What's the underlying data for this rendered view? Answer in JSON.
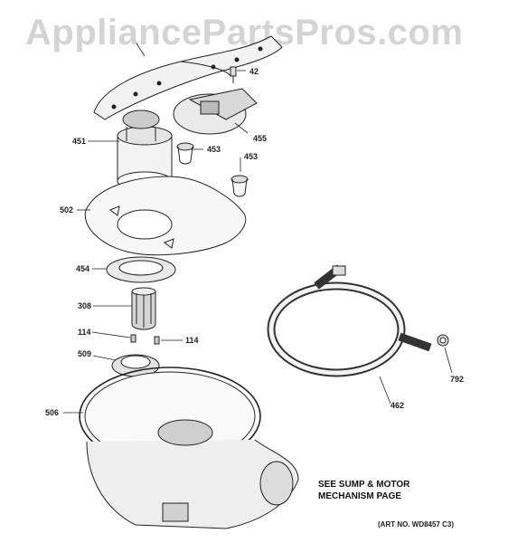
{
  "watermark": "AppliancePartsPros.com",
  "labels": {
    "p42": "42",
    "p451": "451",
    "p453a": "453",
    "p453b": "453",
    "p455": "455",
    "p502": "502",
    "p454": "454",
    "p308": "308",
    "p114a": "114",
    "p114b": "114",
    "p509": "509",
    "p506": "506",
    "p462": "462",
    "p792": "792"
  },
  "note": {
    "line1": "SEE SUMP & MOTOR",
    "line2": "MECHANISM PAGE"
  },
  "art_number": "(ART NO. WD8457 C3)"
}
